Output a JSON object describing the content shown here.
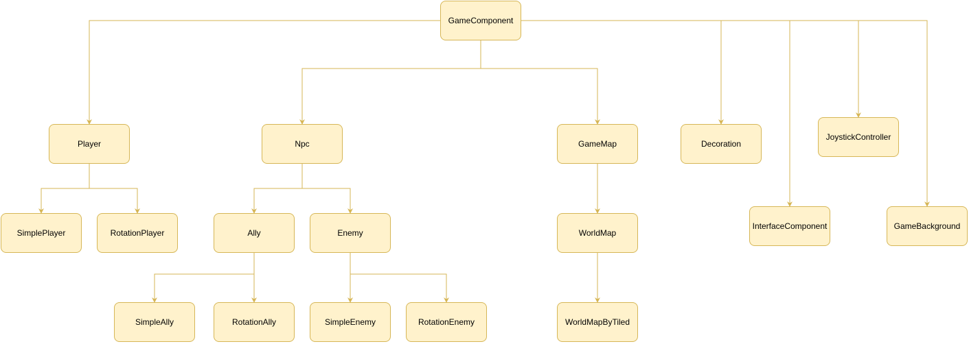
{
  "diagram": {
    "type": "class-hierarchy",
    "colors": {
      "fill": "#fff2cc",
      "stroke": "#d6b656"
    },
    "nodes": {
      "game_component": "GameComponent",
      "player": "Player",
      "npc": "Npc",
      "game_map": "GameMap",
      "decoration": "Decoration",
      "joystick_controller": "JoystickController",
      "interface_component": "InterfaceComponent",
      "game_background": "GameBackground",
      "simple_player": "SimplePlayer",
      "rotation_player": "RotationPlayer",
      "ally": "Ally",
      "enemy": "Enemy",
      "world_map": "WorldMap",
      "simple_ally": "SimpleAlly",
      "rotation_ally": "RotationAlly",
      "simple_enemy": "SimpleEnemy",
      "rotation_enemy": "RotationEnemy",
      "world_map_by_tiled": "WorldMapByTiled"
    },
    "edges": [
      [
        "game_component",
        "player"
      ],
      [
        "game_component",
        "npc"
      ],
      [
        "game_component",
        "game_map"
      ],
      [
        "game_component",
        "decoration"
      ],
      [
        "game_component",
        "interface_component"
      ],
      [
        "game_component",
        "joystick_controller"
      ],
      [
        "game_component",
        "game_background"
      ],
      [
        "player",
        "simple_player"
      ],
      [
        "player",
        "rotation_player"
      ],
      [
        "npc",
        "ally"
      ],
      [
        "npc",
        "enemy"
      ],
      [
        "ally",
        "simple_ally"
      ],
      [
        "ally",
        "rotation_ally"
      ],
      [
        "enemy",
        "simple_enemy"
      ],
      [
        "enemy",
        "rotation_enemy"
      ],
      [
        "game_map",
        "world_map"
      ],
      [
        "world_map",
        "world_map_by_tiled"
      ]
    ]
  }
}
